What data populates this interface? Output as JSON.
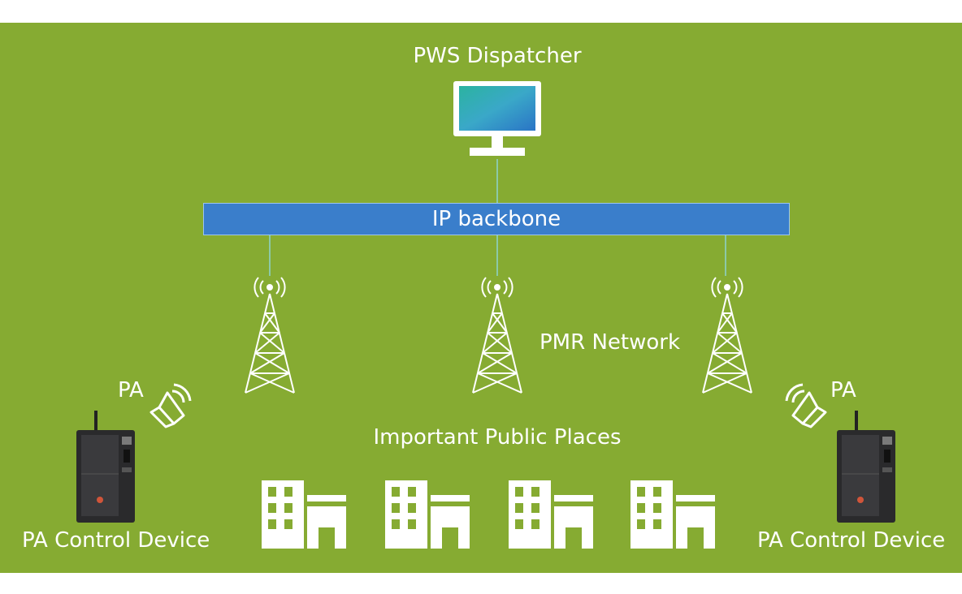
{
  "colors": {
    "background": "#86ab32",
    "backbone": "#3a7ecb",
    "line": "#8fd3d0",
    "text": "#ffffff"
  },
  "diagram": {
    "dispatcher_label": "PWS Dispatcher",
    "backbone_label": "IP backbone",
    "network_label": "PMR Network",
    "places_label": "Important Public Places",
    "pa_left_label": "PA",
    "pa_right_label": "PA",
    "device_left_label": "PA Control Device",
    "device_right_label": "PA Control Device"
  },
  "icons": {
    "dispatcher": "monitor-icon",
    "tower": "radio-tower-icon",
    "speaker": "loudspeaker-icon",
    "building": "building-icon",
    "device": "pa-control-device-icon"
  }
}
